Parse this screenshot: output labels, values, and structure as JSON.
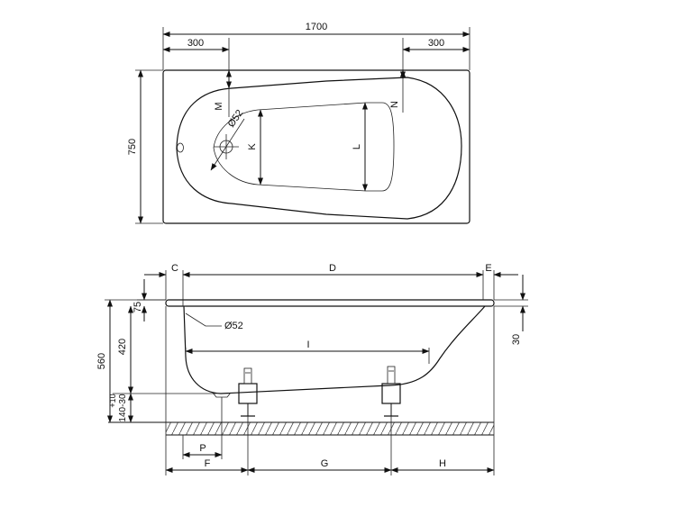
{
  "colors": {
    "line": "#111111",
    "background": "#ffffff"
  },
  "top_view": {
    "width_label": "1700",
    "left_offset_label": "300",
    "right_offset_label": "300",
    "depth_label": "750",
    "drain_diameter_label": "Ø52",
    "labels": {
      "M": "M",
      "N": "N",
      "K": "K",
      "L": "L"
    }
  },
  "side_view": {
    "labels": {
      "C": "C",
      "D": "D",
      "E": "E",
      "F": "F",
      "G": "G",
      "H": "H",
      "P": "P",
      "I": "I"
    },
    "height_total_label": "560",
    "height_rim_label": "420",
    "rim_label": "75",
    "leg_range_label": "140-30",
    "leg_adjust_label": "+10",
    "thickness_label": "30",
    "drain_diameter_label": "Ø52"
  }
}
